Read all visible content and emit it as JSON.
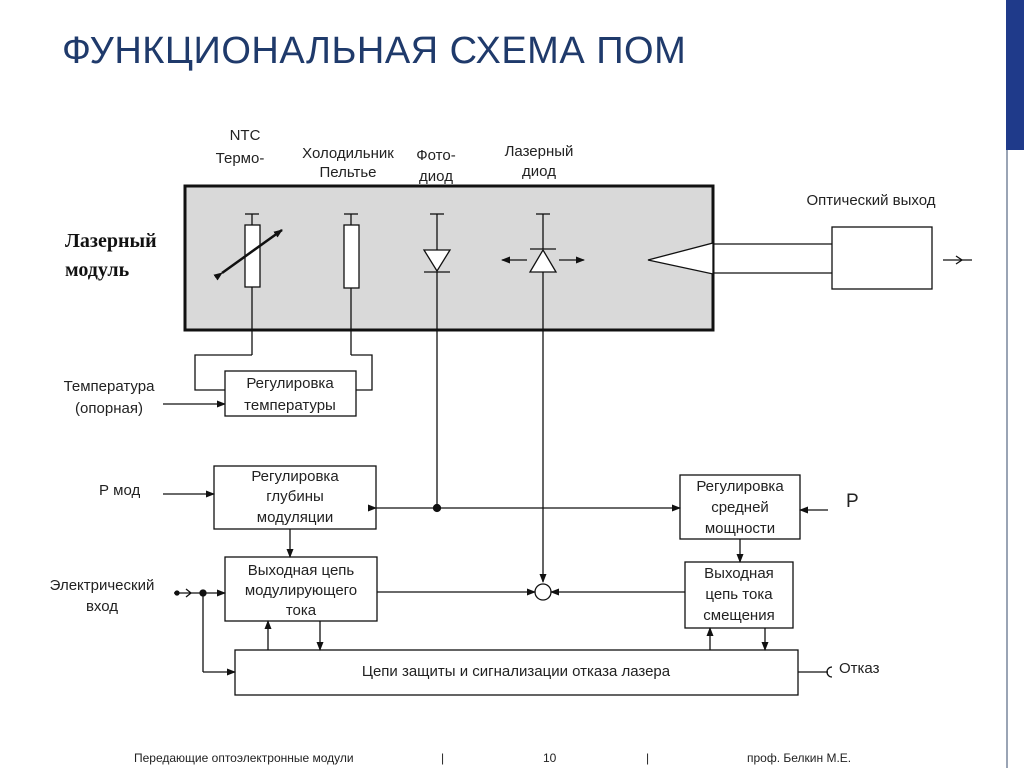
{
  "slide": {
    "title": "ФУНКЦИОНАЛЬНАЯ СХЕМА ПОМ"
  },
  "diagram": {
    "module_label": [
      "Лазерный",
      "модуль"
    ],
    "component_labels": {
      "ntc": [
        "NTC",
        "Термо-"
      ],
      "peltier": [
        "Холодильник",
        "Пельтье"
      ],
      "photodiode": [
        "Фото-",
        "диод"
      ],
      "laser_diode": [
        "Лазерный",
        "диод"
      ],
      "optical_output": "Оптический выход"
    },
    "blocks": {
      "temp_control": [
        "Регулировка",
        "температуры"
      ],
      "mod_depth": [
        "Регулировка",
        "глубины",
        "модуляции"
      ],
      "avg_power": [
        "Регулировка",
        "средней",
        "мощности"
      ],
      "mod_output": [
        "Выходная цепь",
        "модулирующего",
        "тока"
      ],
      "bias_output": [
        "Выходная",
        "цепь тока",
        "смещения"
      ],
      "protection": "Цепи защиты и сигнализации отказа лазера"
    },
    "inputs": {
      "temperature": [
        "Температура",
        "(опорная)"
      ],
      "p_mod": "Р мод",
      "p": "Р",
      "electric_input": [
        "Электрический",
        "вход"
      ],
      "fault": "Отказ"
    }
  },
  "footer": {
    "course": "Передающие оптоэлектронные модули",
    "separator": "|",
    "page": "10",
    "author": "проф. Белкин М.Е."
  }
}
